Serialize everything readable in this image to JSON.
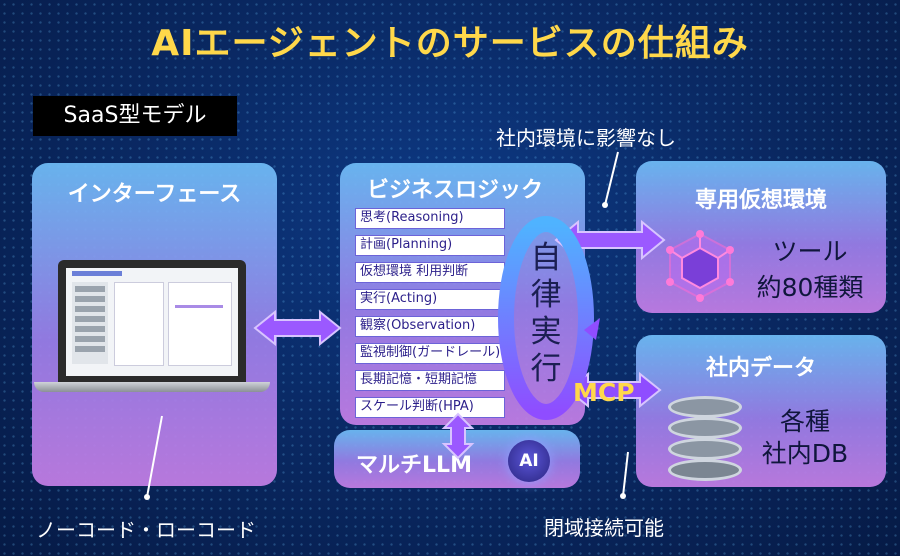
{
  "title": "AIエージェントのサービスの仕組み",
  "model_badge": "SaaS型モデル",
  "notes": {
    "no_impact": "社内環境に影響なし",
    "no_code": "ノーコード・ローコード",
    "closed_network": "閉域接続可能"
  },
  "interface_panel": {
    "title": "インターフェース"
  },
  "logic_panel": {
    "title": "ビジネスロジック",
    "items": [
      "思考(Reasoning)",
      "計画(Planning)",
      "仮想環境 利用判断",
      "実行(Acting)",
      "観察(Observation)",
      "監視制御(ガードレール)",
      "長期記憶・短期記憶",
      "スケール判断(HPA)"
    ],
    "autonomous": "自律実行"
  },
  "llm_panel": {
    "title": "マルチLLM",
    "ai_badge": "AI"
  },
  "vm_panel": {
    "title": "専用仮想環境",
    "tools_line1": "ツール",
    "tools_line2": "約80種類"
  },
  "data_panel": {
    "title": "社内データ",
    "line1": "各種",
    "line2": "社内DB"
  },
  "mcp_label": "MCP",
  "colors": {
    "title": "#ffd84a",
    "arrow": "#8f4dff",
    "panel_top": "#6fbdf7",
    "panel_bottom": "#c47ee6"
  }
}
